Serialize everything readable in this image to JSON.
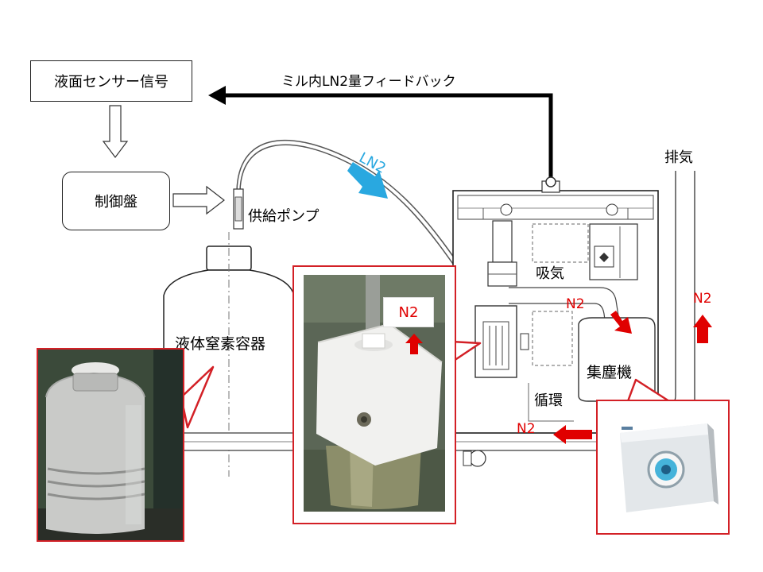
{
  "labels": {
    "sensor_signal": "液面センサー信号",
    "feedback": "ミル内LN2量フィードバック",
    "control_panel": "制御盤",
    "supply_pump": "供給ポンプ",
    "ln2": "LN2",
    "container": "液体窒素容器",
    "exhaust": "排気",
    "intake": "吸気",
    "circulation": "循環",
    "dust_collector": "集塵機",
    "n2_intake": "N2",
    "n2_exhaust": "N2",
    "n2_bottom": "N2",
    "n2_photo": "N2"
  },
  "colors": {
    "callout_border": "#d32026",
    "n2_text": "#e00000",
    "ln2_arrow": "#29a8e0"
  }
}
